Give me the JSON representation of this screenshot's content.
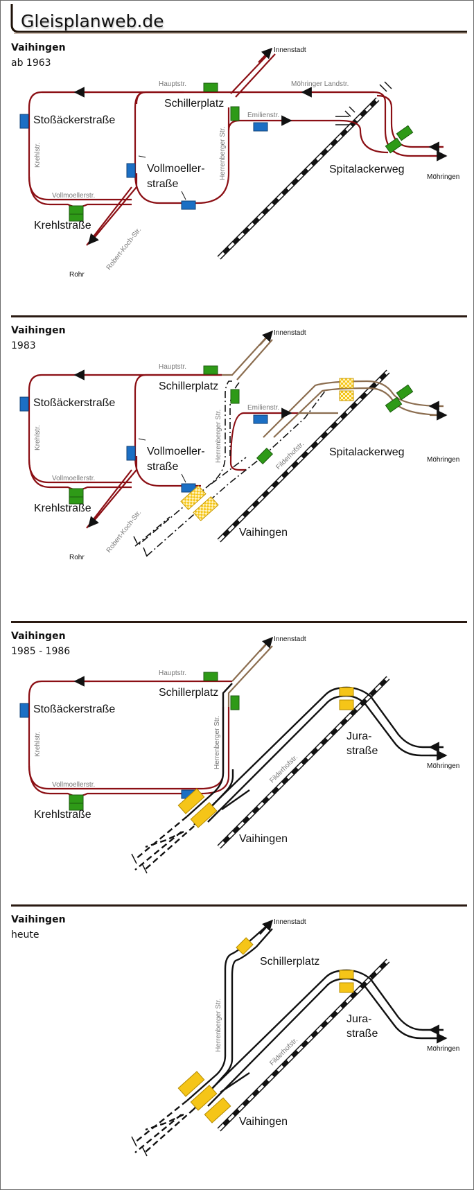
{
  "site": {
    "title": "Gleisplanweb.de"
  },
  "colors": {
    "old_tram": "#8b0f14",
    "brown_track": "#8b6d4f",
    "stadtbahn": "#111111",
    "green_stop": "#2e9a17",
    "blue_stop": "#1c6fc4",
    "yellow_stop": "#f5c518"
  },
  "sections": [
    {
      "title": "Vaihingen",
      "period": "ab 1963",
      "labels": {
        "innenstadt": "Innenstadt",
        "moehringen": "Möhringen",
        "rohr": "Rohr",
        "schillerplatz": "Schillerplatz",
        "stossaecker": "Stoßäckerstraße",
        "vollmoeller_1": "Vollmoeller-",
        "vollmoeller_2": "straße",
        "krehlstrasse": "Krehlstraße",
        "spitalacker": "Spitalackerweg",
        "hauptstr": "Hauptstr.",
        "moehringer_landstr": "Möhringer Landstr.",
        "emilienstr": "Emilienstr.",
        "herrenberger": "Herrenberger Str.",
        "krehlstr": "Krehlstr.",
        "vollmoellerstr": "Vollmoellerstr.",
        "robert_koch": "Robert-Koch-Str."
      }
    },
    {
      "title": "Vaihingen",
      "period": "1983",
      "labels": {
        "innenstadt": "Innenstadt",
        "moehringen": "Möhringen",
        "rohr": "Rohr",
        "schillerplatz": "Schillerplatz",
        "stossaecker": "Stoßäckerstraße",
        "vollmoeller_1": "Vollmoeller-",
        "vollmoeller_2": "straße",
        "krehlstrasse": "Krehlstraße",
        "spitalacker": "Spitalackerweg",
        "vaihingen": "Vaihingen",
        "hauptstr": "Hauptstr.",
        "emilienstr": "Emilienstr.",
        "herrenberger": "Herrenberger Str.",
        "krehlstr": "Krehlstr.",
        "vollmoellerstr": "Vollmoellerstr.",
        "robert_koch": "Robert-Koch-Str.",
        "filderhofstr": "Filderhofstr."
      }
    },
    {
      "title": "Vaihingen",
      "period": "1985 - 1986",
      "labels": {
        "innenstadt": "Innenstadt",
        "moehringen": "Möhringen",
        "schillerplatz": "Schillerplatz",
        "stossaecker": "Stoßäckerstraße",
        "krehlstrasse": "Krehlstraße",
        "jura_1": "Jura-",
        "jura_2": "straße",
        "vaihingen": "Vaihingen",
        "hauptstr": "Hauptstr.",
        "herrenberger": "Herrenberger Str.",
        "krehlstr": "Krehlstr.",
        "vollmoellerstr": "Vollmoellerstr.",
        "filderhofstr": "Filderhofstr."
      }
    },
    {
      "title": "Vaihingen",
      "period": "heute",
      "labels": {
        "innenstadt": "Innenstadt",
        "moehringen": "Möhringen",
        "schillerplatz": "Schillerplatz",
        "jura_1": "Jura-",
        "jura_2": "straße",
        "vaihingen": "Vaihingen",
        "herrenberger": "Herrenberger Str.",
        "filderhofstr": "Filderhofstr."
      }
    }
  ]
}
